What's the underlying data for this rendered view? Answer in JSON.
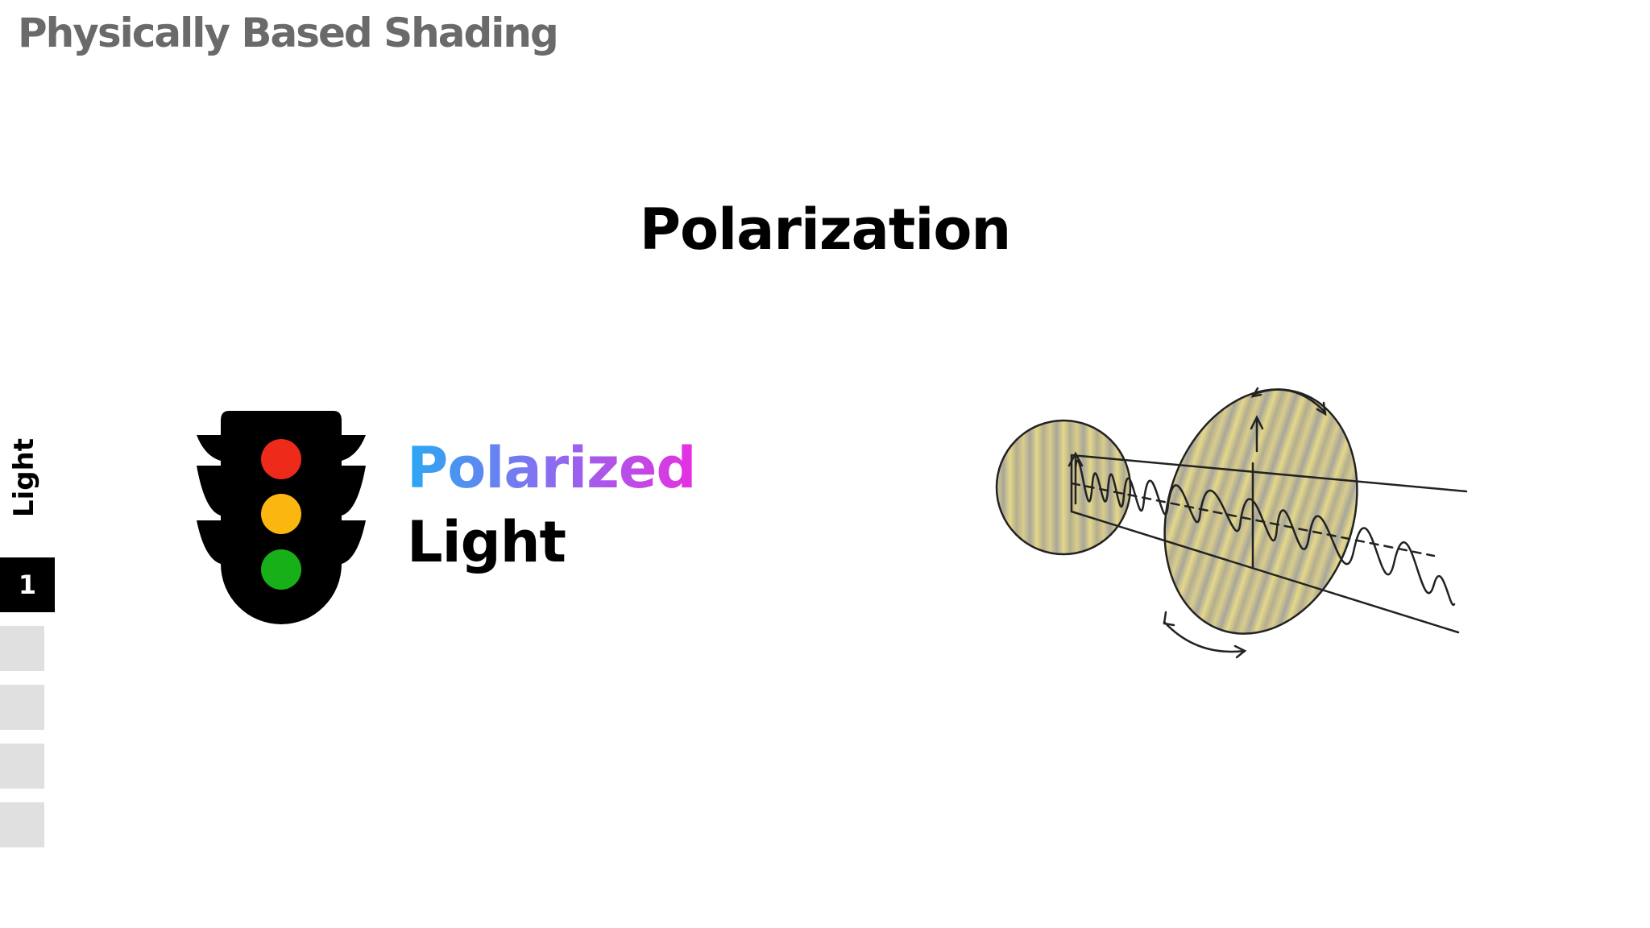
{
  "header": {
    "course_title": "Physically Based Shading"
  },
  "slide": {
    "title": "Polarization",
    "heading_line1": "Polarized",
    "heading_line2": "Light"
  },
  "sidebar": {
    "section_label": "Light",
    "progress": [
      {
        "label": "1",
        "active": true
      },
      {
        "label": "",
        "active": false
      },
      {
        "label": "",
        "active": false
      },
      {
        "label": "",
        "active": false
      },
      {
        "label": "",
        "active": false
      }
    ]
  },
  "icons": {
    "traffic_light": "traffic-light-icon",
    "illustration": "polarization-filter-diagram"
  },
  "colors": {
    "light_red": "#ee2a1a",
    "light_amber": "#fbb710",
    "light_green": "#18b018",
    "gradient_start": "#2aa8f2",
    "gradient_end": "#e630e0",
    "filter_tint": "#d8cc8e"
  }
}
